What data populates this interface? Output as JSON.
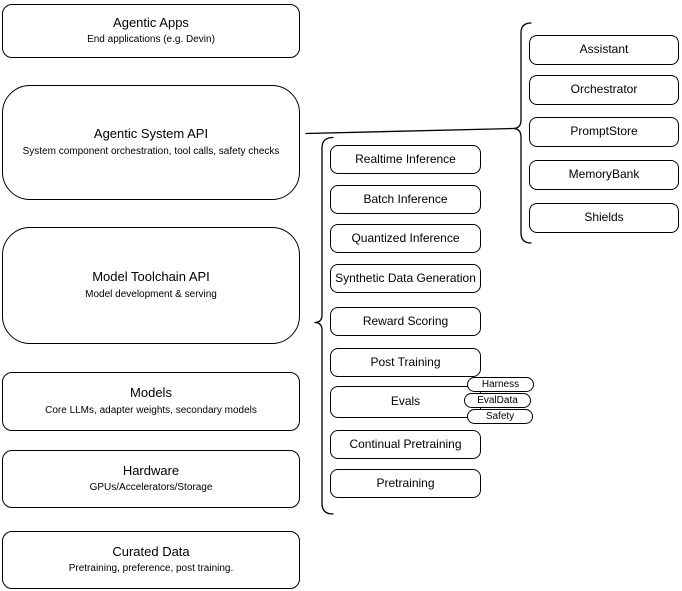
{
  "diagram": {
    "background_color": "#ffffff",
    "stroke_color": "#000000",
    "text_color": "#000000",
    "layers": {
      "items": [
        {
          "title": "Agentic Apps",
          "subtitle": "End applications (e.g. Devin)"
        },
        {
          "title": "Agentic System API",
          "subtitle": "System component orchestration, tool calls, safety checks"
        },
        {
          "title": "Model Toolchain API",
          "subtitle": "Model development & serving"
        },
        {
          "title": "Models",
          "subtitle": "Core LLMs, adapter weights, secondary models"
        },
        {
          "title": "Hardware",
          "subtitle": "GPUs/Accelerators/Storage"
        },
        {
          "title": "Curated Data",
          "subtitle": "Pretraining, preference, post training."
        }
      ]
    },
    "toolchain_stack": {
      "items": [
        {
          "label": "Realtime Inference"
        },
        {
          "label": "Batch Inference"
        },
        {
          "label": "Quantized Inference"
        },
        {
          "label": "Synthetic Data Generation"
        },
        {
          "label": "Reward Scoring"
        },
        {
          "label": "Post Training"
        },
        {
          "label": "Evals"
        },
        {
          "label": "Continual Pretraining"
        },
        {
          "label": "Pretraining"
        }
      ],
      "evals_tags": [
        {
          "label": "Harness"
        },
        {
          "label": "EvalData"
        },
        {
          "label": "Safety"
        }
      ]
    },
    "system_components": {
      "items": [
        {
          "label": "Assistant"
        },
        {
          "label": "Orchestrator"
        },
        {
          "label": "PromptStore"
        },
        {
          "label": "MemoryBank"
        },
        {
          "label": "Shields"
        }
      ]
    }
  }
}
